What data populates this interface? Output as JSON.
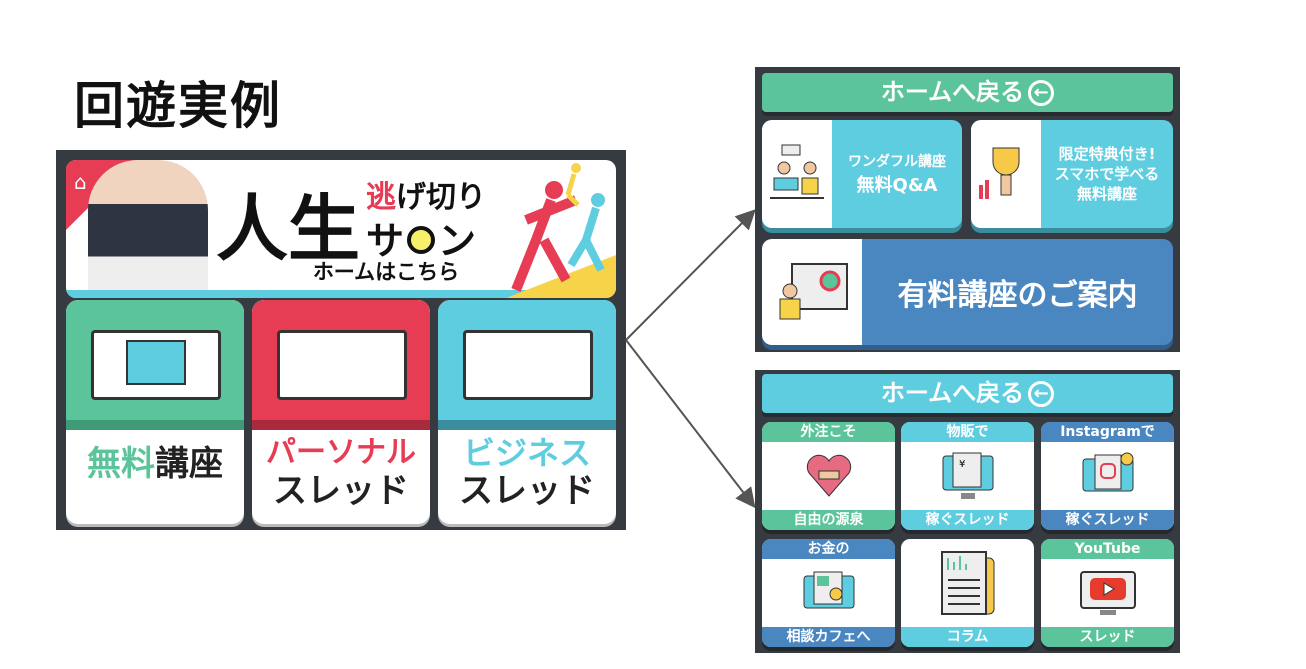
{
  "title": "回遊実例",
  "colors": {
    "green": "#5cc49a",
    "cyan": "#5fcde0",
    "blue": "#4a86c0",
    "red": "#e63c54",
    "dark": "#353b41"
  },
  "home": {
    "banner": {
      "title_main": "人生",
      "title_red": "逃",
      "title_sub1": "げ切り",
      "title_sub2": "サ",
      "title_sub3": "ン",
      "subtitle": "ホームはこちら"
    },
    "cards": [
      {
        "line1a": "無料",
        "line1b": "講座",
        "line2": ""
      },
      {
        "line1": "パーソナル",
        "line2": "スレッド"
      },
      {
        "line1": "ビジネス",
        "line2": "スレッド"
      }
    ]
  },
  "page1": {
    "back": "ホームへ戻る",
    "card_qa": [
      "ワンダフル講座",
      "無料Q&A"
    ],
    "card_free": [
      "限定特典付き!",
      "スマホで学べる",
      "無料講座"
    ],
    "card_paid": "有料講座のご案内"
  },
  "page2": {
    "back": "ホームへ戻る",
    "cards": [
      {
        "top": "外注こそ",
        "bottom": "自由の源泉"
      },
      {
        "top": "物販で",
        "bottom": "稼ぐスレッド"
      },
      {
        "top": "Instagramで",
        "bottom": "稼ぐスレッド"
      },
      {
        "top": "お金の",
        "bottom": "相談カフェへ"
      },
      {
        "top": "",
        "bottom": "コラム"
      },
      {
        "top": "YouTube",
        "bottom": "スレッド"
      }
    ]
  }
}
